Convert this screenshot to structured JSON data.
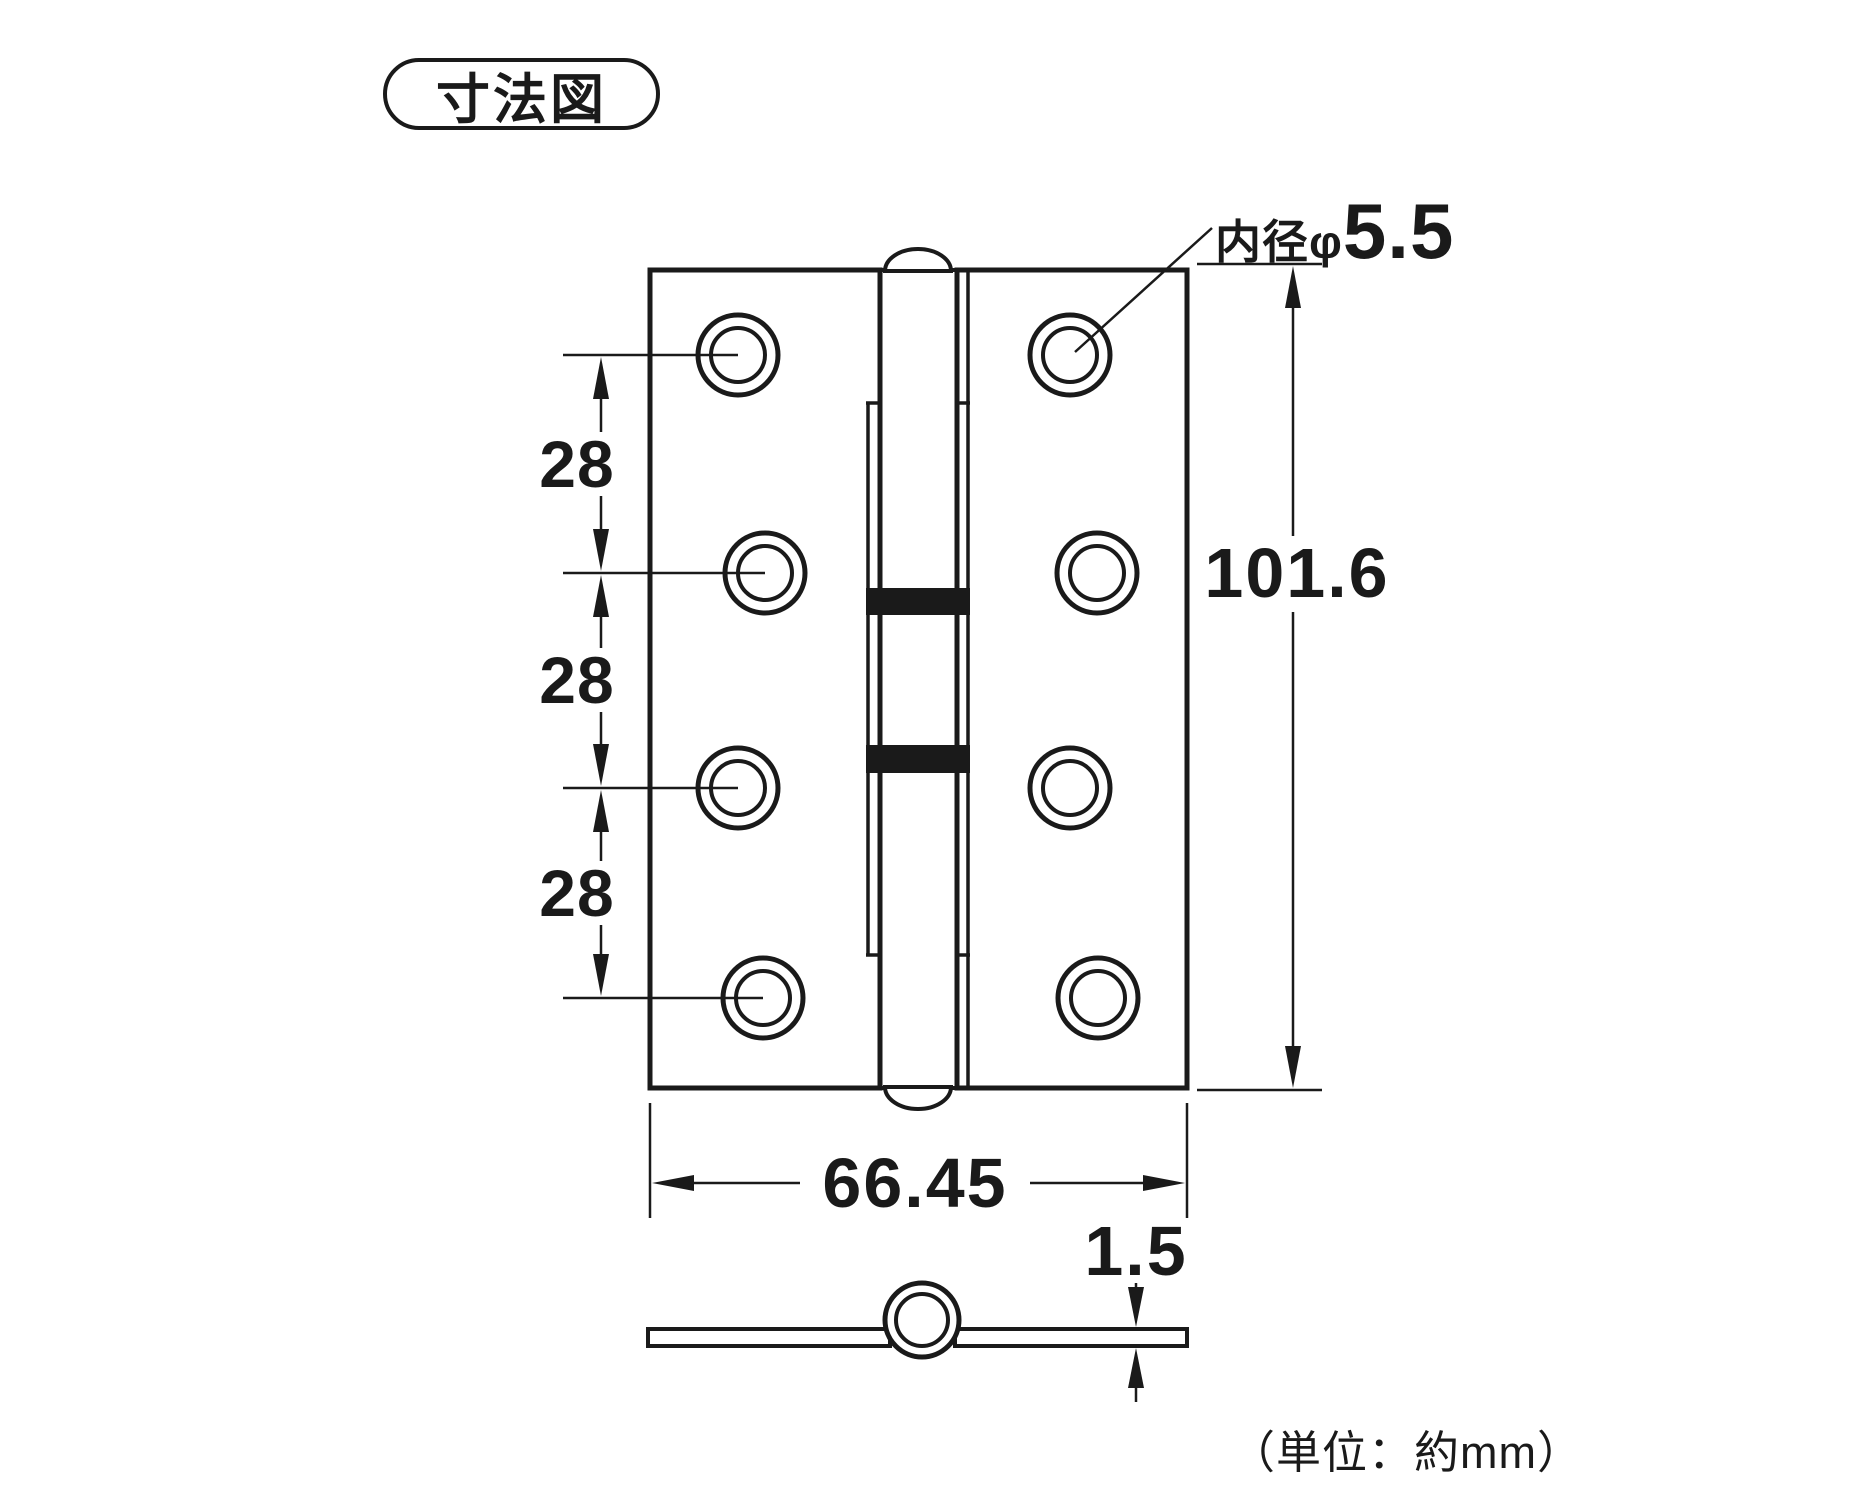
{
  "title": "寸法図",
  "front_view": {
    "hole_callout": {
      "prefix": "内径φ",
      "value": "5.5"
    },
    "hole_pitch": {
      "labels": [
        "28",
        "28",
        "28"
      ]
    },
    "height": "101.6",
    "width": "66.45"
  },
  "side_view": {
    "thickness": "1.5"
  },
  "unit_note": "（単位：約mm）",
  "colors": {
    "line": "#1a1a1a",
    "background": "#ffffff"
  }
}
